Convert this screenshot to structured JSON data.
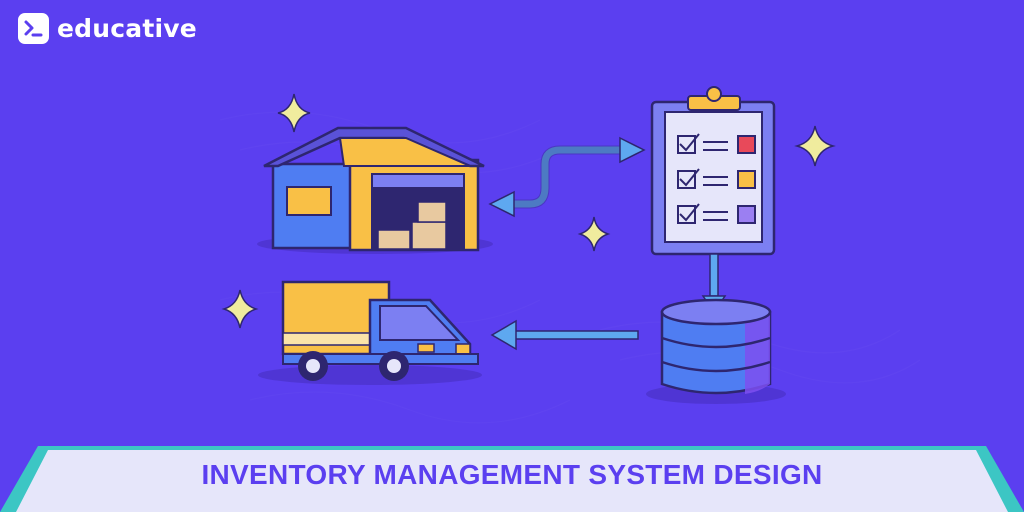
{
  "brand": {
    "name": "educative",
    "logo_icon": "terminal-prompt-icon"
  },
  "banner": {
    "title": "INVENTORY MANAGEMENT SYSTEM DESIGN"
  },
  "diagram": {
    "nodes": [
      {
        "id": "warehouse",
        "icon": "warehouse-icon"
      },
      {
        "id": "checklist",
        "icon": "clipboard-checklist-icon"
      },
      {
        "id": "database",
        "icon": "database-icon"
      },
      {
        "id": "delivery-truck",
        "icon": "delivery-truck-icon"
      }
    ],
    "edges": [
      {
        "from": "warehouse",
        "to": "checklist",
        "direction": "both"
      },
      {
        "from": "checklist",
        "to": "database",
        "direction": "forward"
      },
      {
        "from": "database",
        "to": "delivery-truck",
        "direction": "forward"
      }
    ]
  },
  "colors": {
    "background": "#5b3ff0",
    "banner": "#e6e6fa",
    "banner_edge": "#3cc6c4",
    "accent_yellow": "#f9c046",
    "accent_blue": "#4f7df2",
    "arrow": "#5ea8f0",
    "sparkle": "#f0ec9e"
  }
}
